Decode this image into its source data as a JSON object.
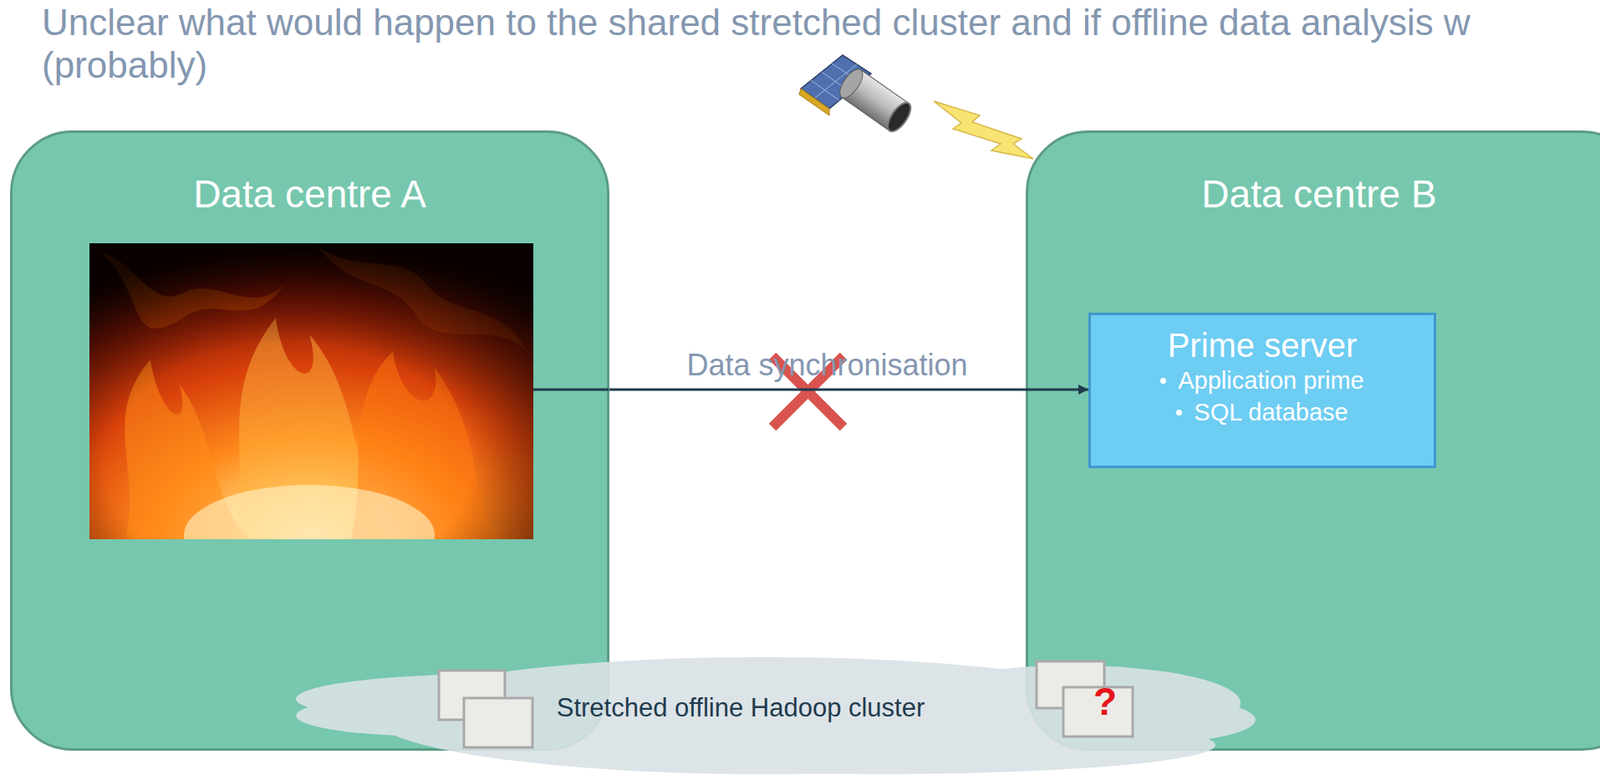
{
  "diagram": {
    "title": "Unclear what would happen to the shared stretched cluster and if offline data analysis w (probably)",
    "nodes": [
      {
        "text": [
          "Data centre A"
        ]
      },
      {
        "text": [
          "Data centre B"
        ]
      },
      {
        "text": [
          "Prime server",
          "Application prime",
          "SQL database"
        ],
        "in": 1
      },
      {
        "text": [
          "Stretched offline Hadoop cluster"
        ]
      }
    ],
    "edges": [
      {
        "from": 0,
        "to": 2,
        "arrow": "to",
        "label": "Data synchronisation"
      }
    ],
    "labels": [
      "?"
    ]
  }
}
